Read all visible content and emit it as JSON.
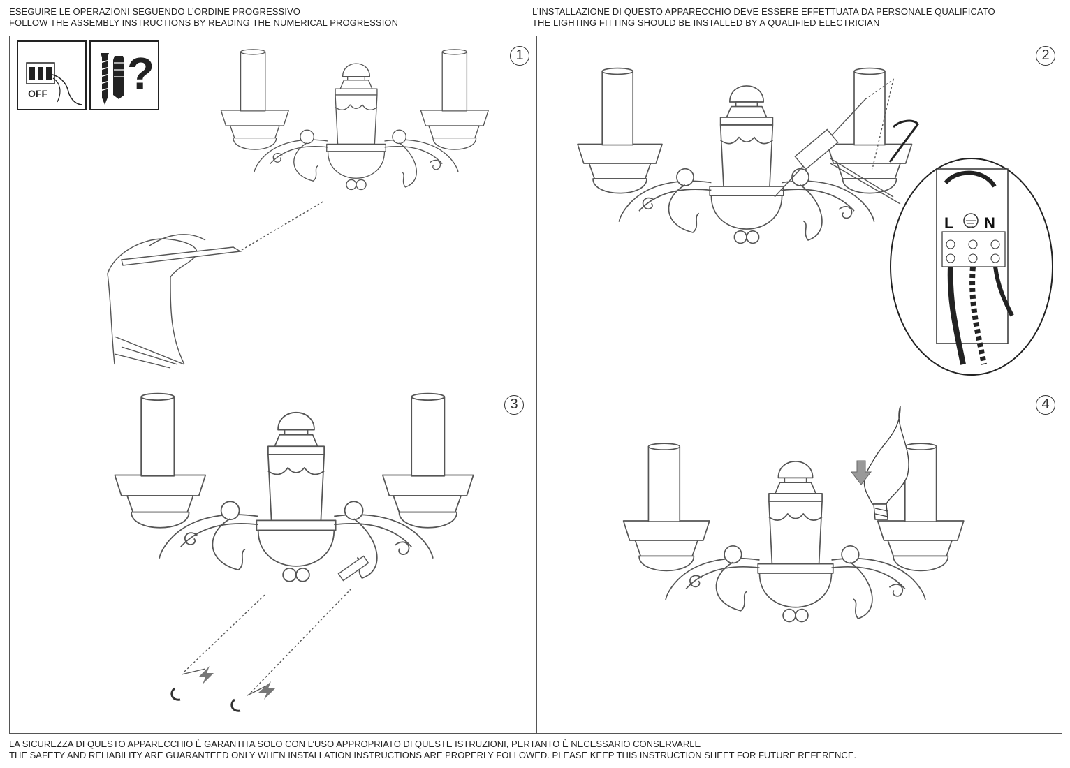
{
  "header": {
    "left": [
      "ESEGUIRE LE OPERAZIONI SEGUENDO L’ORDINE PROGRESSIVO",
      "FOLLOW THE ASSEMBLY INSTRUCTIONS BY READING THE NUMERICAL PROGRESSION"
    ],
    "right": [
      "L’INSTALLAZIONE DI QUESTO APPARECCHIO DEVE ESSERE EFFETTUATA DA PERSONALE QUALIFICATO",
      "THE LIGHTING FITTING SHOULD BE INSTALLED BY A QUALIFIED ELECTRICIAN"
    ]
  },
  "steps": [
    {
      "number": "1",
      "icon_off_label": "OFF",
      "icon_question": "?"
    },
    {
      "number": "2",
      "terminal_labels": {
        "live": "L",
        "neutral": "N"
      }
    },
    {
      "number": "3"
    },
    {
      "number": "4"
    }
  ],
  "footer": [
    "LA SICUREZZA DI QUESTO APPARECCHIO È GARANTITA SOLO CON L’USO APPROPRIATO DI QUESTE ISTRUZIONI, PERTANTO È NECESSARIO CONSERVARLE",
    "THE SAFETY AND RELIABILITY ARE GUARANTEED ONLY WHEN INSTALLATION INSTRUCTIONS ARE PROPERLY FOLLOWED. PLEASE KEEP THIS INSTRUCTION SHEET FOR FUTURE REFERENCE."
  ],
  "icons": [
    "switch-off-icon",
    "screw-anchor-icon",
    "wall-lamp-icon",
    "pencil-hand-icon",
    "wiring-terminal-icon",
    "bulb-icon",
    "arrow-down-icon"
  ],
  "colors": {
    "line": "#555555",
    "text": "#222222",
    "background": "#ffffff"
  }
}
